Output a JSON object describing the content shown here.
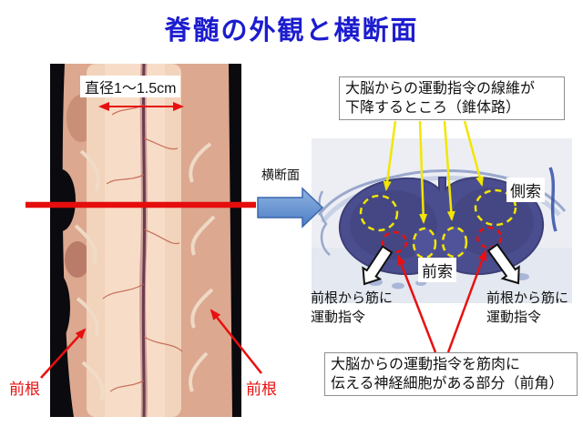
{
  "title": "脊髄の外観と横断面",
  "left_photo": {
    "diameter_label": "直径1～1.5cm",
    "anterior_root_left": "前根",
    "anterior_root_right": "前根"
  },
  "flow": {
    "cross_section_label": "横断面"
  },
  "cross_section": {
    "pyramidal_note_line1": "大脳からの運動指令の線維が",
    "pyramidal_note_line2": "下降するところ（錐体路）",
    "lateral_funiculus": "側索",
    "anterior_funiculus": "前索",
    "motor_left_line1": "前根から筋に",
    "motor_left_line2": "運動指令",
    "motor_right_line1": "前根から筋に",
    "motor_right_line2": "運動指令",
    "anterior_horn_note_line1": "大脳からの運動指令を筋肉に",
    "anterior_horn_note_line2": "伝える神経細胞がある部分（前角）"
  },
  "colors": {
    "title_blue": "#1c1ccf",
    "annotation_red": "#e81010",
    "highlight_yellow": "#f2e600",
    "flow_arrow_blue": "#5b8fd6",
    "note_border_gray": "#8f8f8f"
  }
}
